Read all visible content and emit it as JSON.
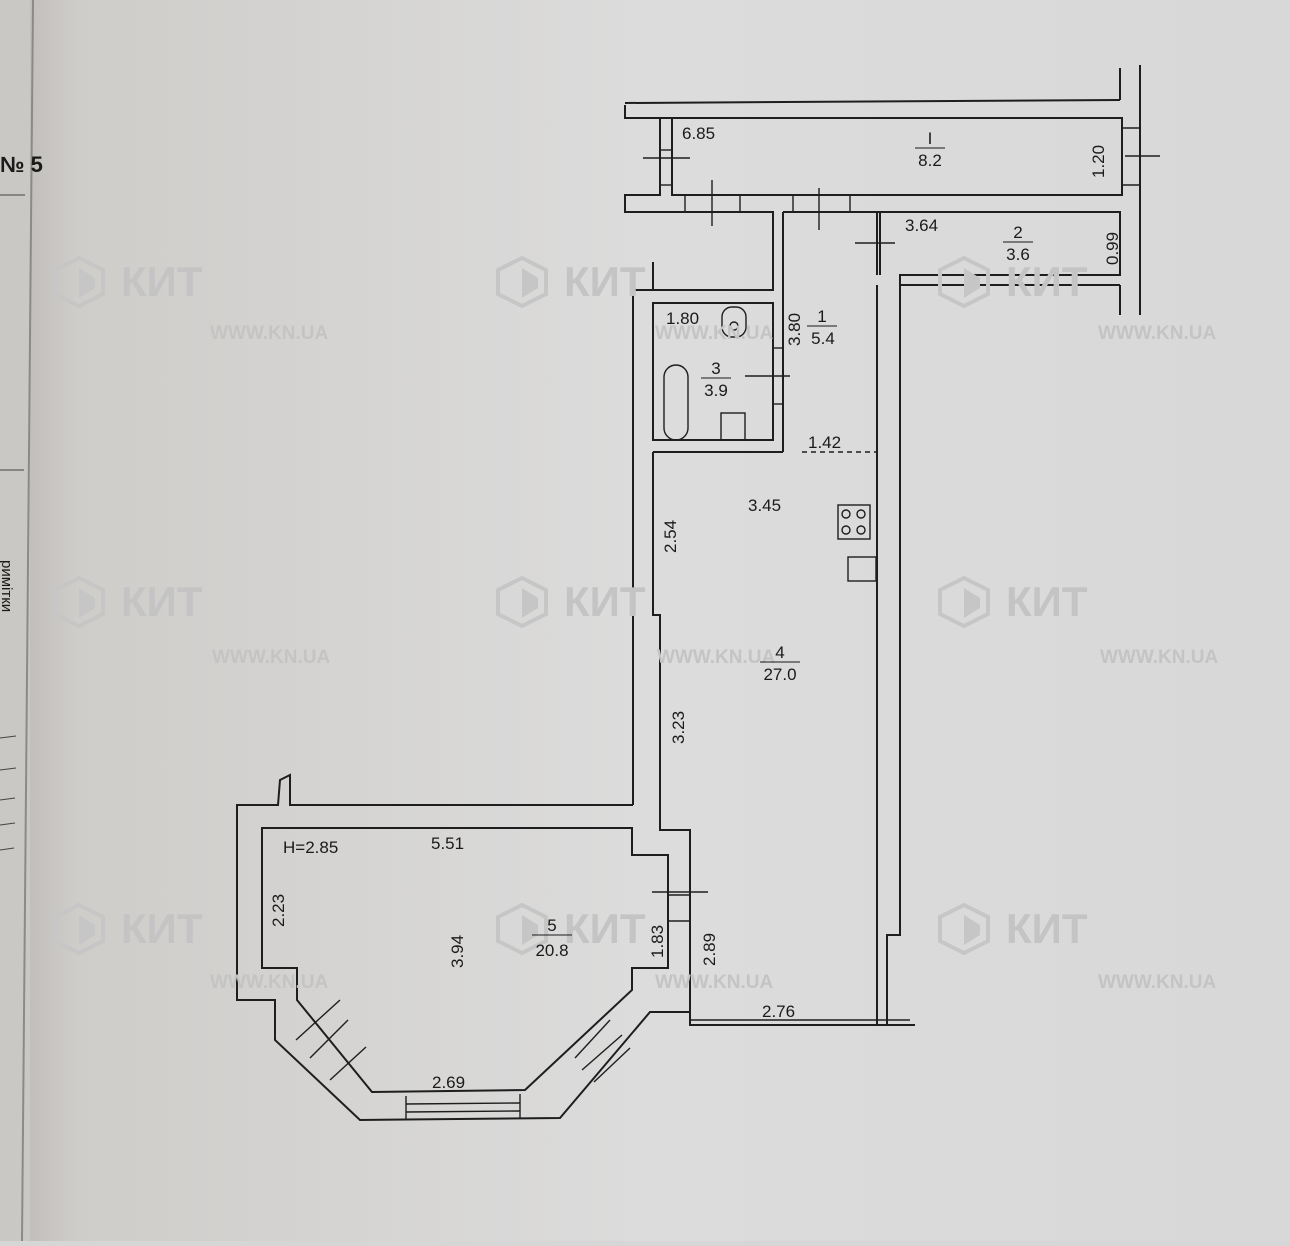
{
  "left_page": {
    "sheet_number": "№ 5",
    "notes_label": "римітки"
  },
  "watermark": {
    "brand": "КИТ",
    "url": "WWW.KN.UA"
  },
  "ceiling_height": "H=2.85",
  "rooms": [
    {
      "number": "I",
      "area": "8.2"
    },
    {
      "number": "2",
      "area": "3.6"
    },
    {
      "number": "1",
      "area": "5.4"
    },
    {
      "number": "3",
      "area": "3.9"
    },
    {
      "number": "4",
      "area": "27.0"
    },
    {
      "number": "5",
      "area": "20.8"
    }
  ],
  "dimensions": {
    "balcony_length": "6.85",
    "balcony_width": "1.20",
    "storage_length": "3.64",
    "storage_width": "0.99",
    "bath_width": "1.80",
    "hall_length": "3.80",
    "hall_width": "1.42",
    "kitchen_width": "3.45",
    "kitchen_left_1": "2.54",
    "kitchen_left_2": "3.23",
    "kitchen_bottom": "2.76",
    "kitchen_right_lower": "2.89",
    "living_top": "5.51",
    "living_left": "2.23",
    "living_depth": "3.94",
    "living_right": "1.83",
    "bay_window": "2.69"
  }
}
